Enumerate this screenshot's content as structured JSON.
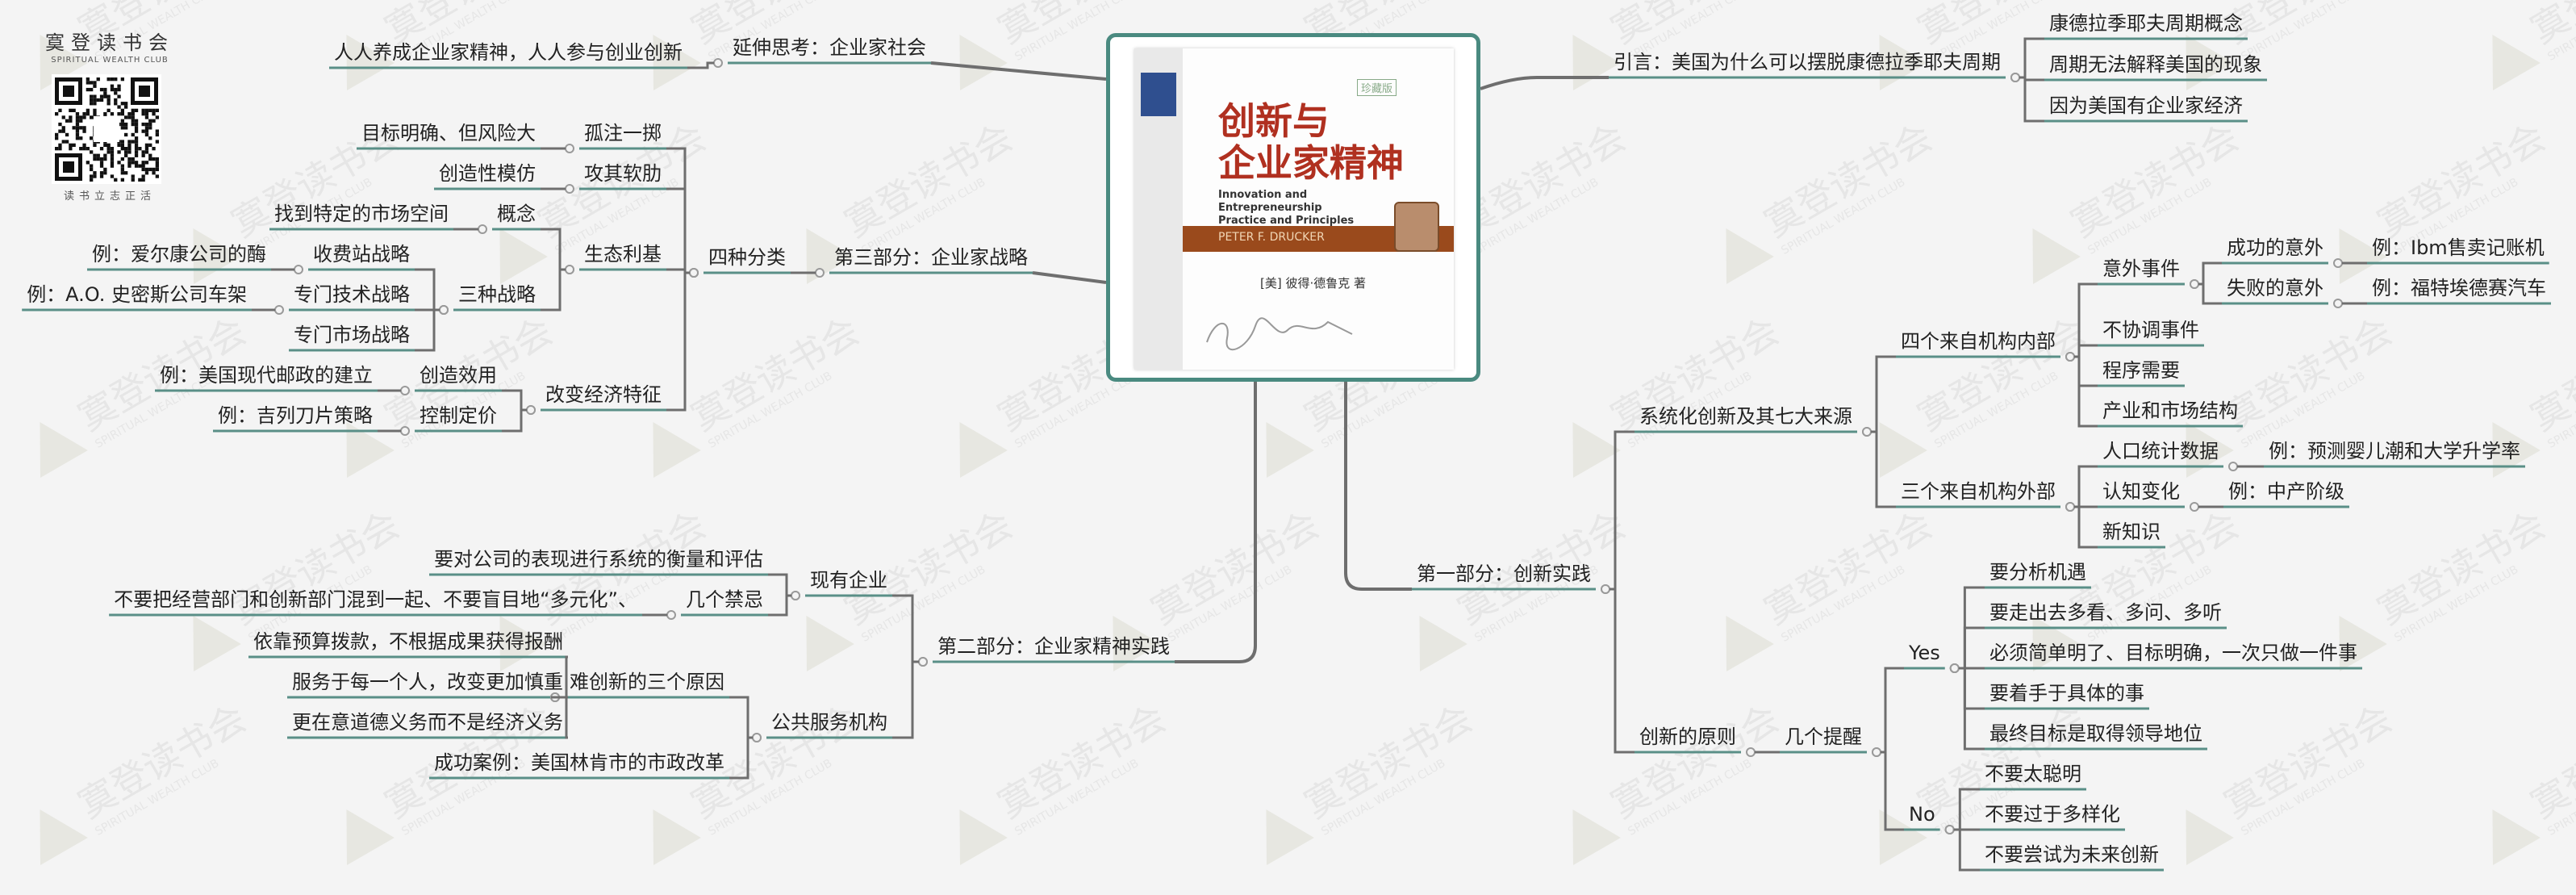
{
  "brand": {
    "name": "寞登读书会",
    "sub": "SPIRITUAL WEALTH CLUB",
    "motto": "读书立志正活"
  },
  "watermark": {
    "text": "寞登读书会",
    "sub": "SPIRITUAL WEALTH CLUB"
  },
  "book": {
    "title_line1": "创新与",
    "title_line2": "企业家精神",
    "en_title": "Innovation and Entrepreneurship Practice and Principles",
    "edition": "珍藏版",
    "author": "[美] 彼得·德鲁克 著",
    "author_en": "PETER F. DRUCKER"
  },
  "mindmap": {
    "r1": "引言：美国为什么可以摆脱康德拉季耶夫周期",
    "r1a": "康德拉季耶夫周期概念",
    "r1b": "周期无法解释美国的现象",
    "r1c": "因为美国有企业家经济",
    "p1": "第一部分：创新实践",
    "p1a": "系统化创新及其七大来源",
    "p1a1": "四个来自机构内部",
    "p1a1a": "意外事件",
    "p1a1a1": "成功的意外",
    "p1a1a1e": "例：Ibm售卖记账机",
    "p1a1a2": "失败的意外",
    "p1a1a2e": "例：福特埃德赛汽车",
    "p1a1b": "不协调事件",
    "p1a1c": "程序需要",
    "p1a1d": "产业和市场结构",
    "p1a2": "三个来自机构外部",
    "p1a2a": "人口统计数据",
    "p1a2ae": "例：预测婴儿潮和大学升学率",
    "p1a2b": "认知变化",
    "p1a2be": "例：中产阶级",
    "p1a2c": "新知识",
    "p1b": "创新的原则",
    "p1b1": "几个提醒",
    "yes": "Yes",
    "yes1": "要分析机遇",
    "yes2": "要走出去多看、多问、多听",
    "yes3": "必须简单明了、目标明确，一次只做一件事",
    "yes4": "要着手于具体的事",
    "yes5": "最终目标是取得领导地位",
    "no": "No",
    "no1": "不要太聪明",
    "no2": "不要过于多样化",
    "no3": "不要尝试为未来创新",
    "ext": "延伸思考：企业家社会",
    "exta": "人人养成企业家精神，人人参与创业创新",
    "p3": "第三部分：企业家战略",
    "p3a": "四种分类",
    "c1": "孤注一掷",
    "c1a": "目标明确、但风险大",
    "c2": "攻其软肋",
    "c2a": "创造性模仿",
    "c3": "生态利基",
    "c3a": "概念",
    "c3a1": "找到特定的市场空间",
    "c3b": "三种战略",
    "s1": "收费站战略",
    "s1e": "例：爱尔康公司的酶",
    "s2": "专门技术战略",
    "s2e": "例：A.O. 史密斯公司车架",
    "s3": "专门市场战略",
    "c4": "改变经济特征",
    "c4a": "创造效用",
    "c4ae": "例：美国现代邮政的建立",
    "c4b": "控制定价",
    "c4be": "例：吉列刀片策略",
    "p2": "第二部分：企业家精神实践",
    "p2a": "现有企业",
    "p2a1": "要对公司的表现进行系统的衡量和评估",
    "p2a2": "几个禁忌",
    "p2a2a": "不要把经营部门和创新部门混到一起、不要盲目地“多元化”、",
    "p2b": "公共服务机构",
    "p2b1": "难创新的三个原因",
    "p2b1a": "依靠预算拨款，不根据成果获得报酬",
    "p2b1b": "服务于每一个人，改变更加慎重",
    "p2b1c": "更在意道德义务而不是经济义务",
    "p2b2": "成功案例：美国林肯市的市政改革"
  },
  "colors": {
    "line_dark": "#6e6e6e",
    "line_teal": "#4a8a80",
    "underline": "#5a8f87",
    "hub": "#9a9a9a"
  }
}
